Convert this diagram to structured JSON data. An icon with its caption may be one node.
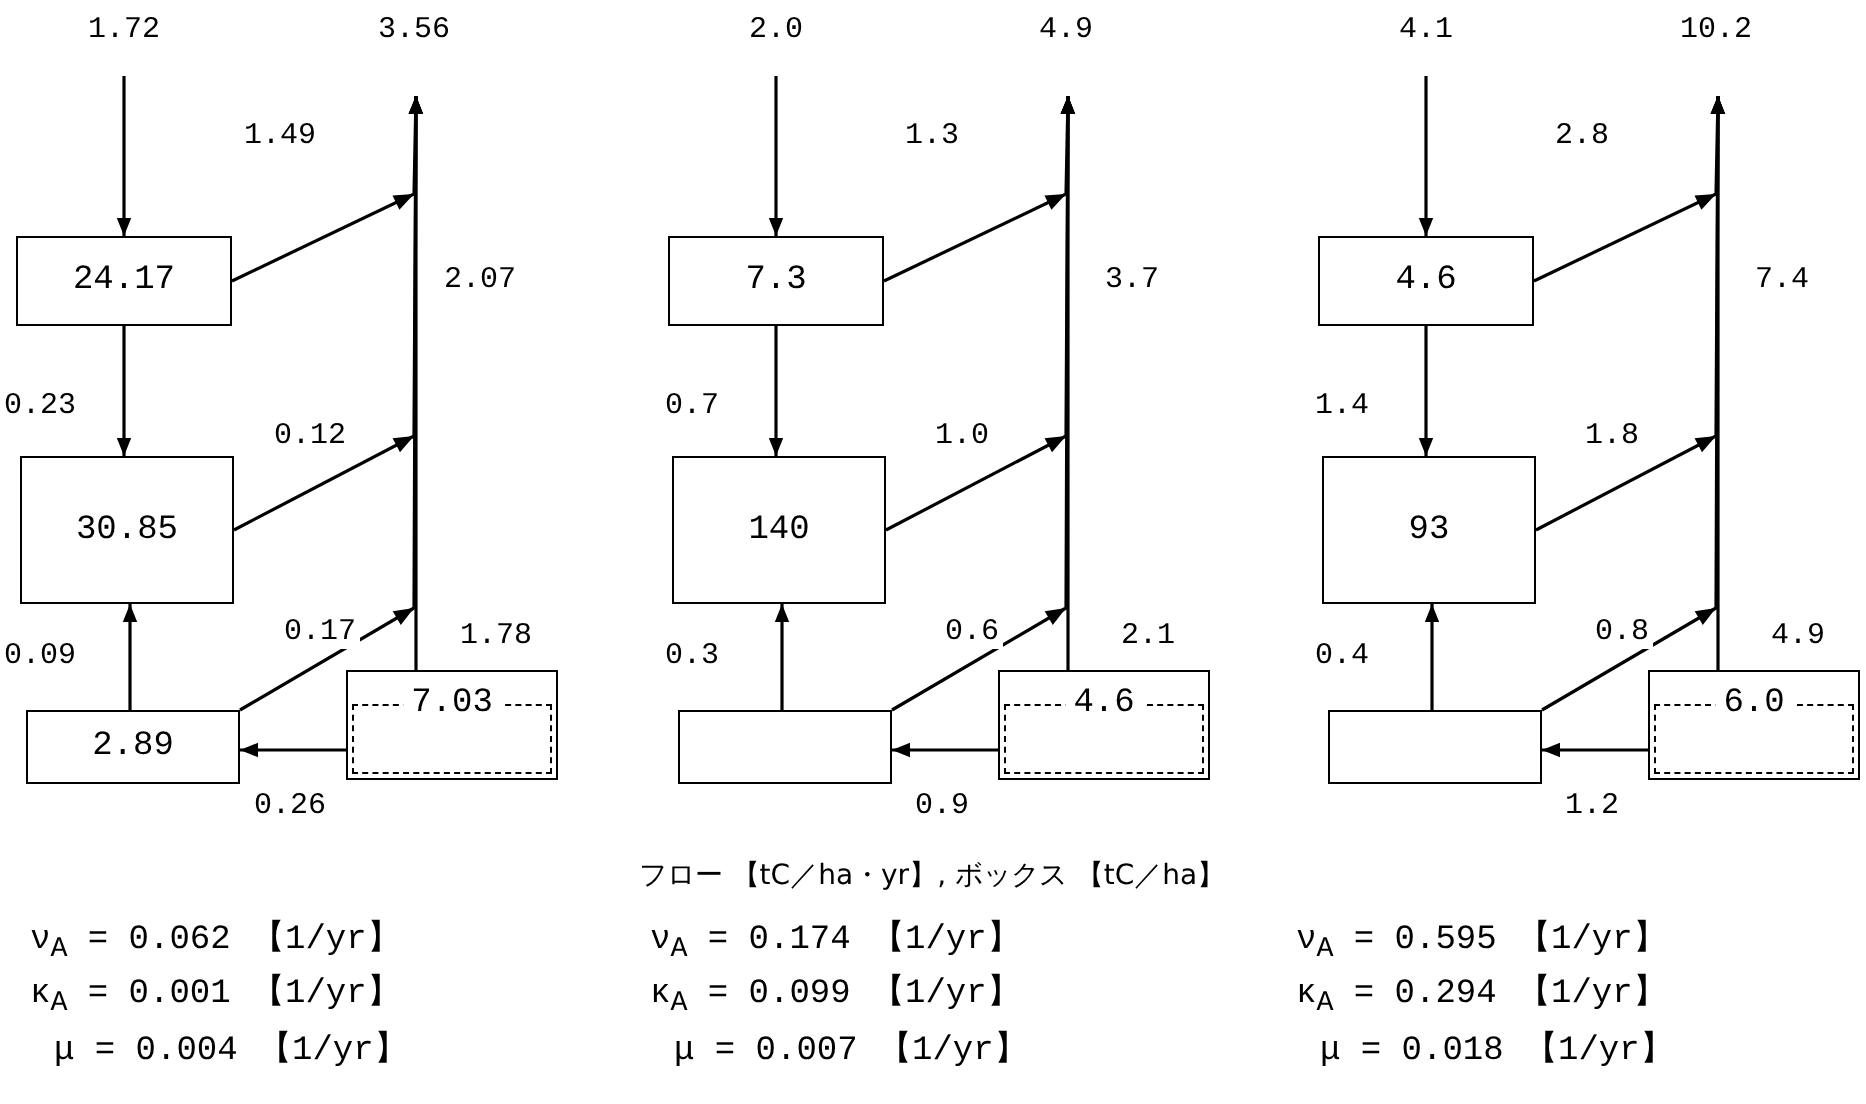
{
  "diagram": {
    "caption": "フロー 【tC／ha・yr】, ボックス 【tC／ha】",
    "nodes": [
      {
        "text": [
          "24.17"
        ]
      },
      {
        "text": [
          "30.85"
        ]
      },
      {
        "text": [
          "2.89"
        ]
      },
      {
        "text": [
          "7.03"
        ]
      },
      {
        "text": [
          "7.3"
        ]
      },
      {
        "text": [
          "140"
        ]
      },
      {
        "text": [],
        "shape": "box"
      },
      {
        "text": [
          "4.6"
        ]
      },
      {
        "text": [
          "4.6"
        ]
      },
      {
        "text": [
          "93"
        ]
      },
      {
        "text": [],
        "shape": "box"
      },
      {
        "text": [
          "6.0"
        ]
      }
    ],
    "edges": [
      {
        "from": null,
        "to": 0,
        "arrow": "to",
        "label": "1.72"
      },
      {
        "from": 0,
        "to": 1,
        "arrow": "to",
        "label": "0.23"
      },
      {
        "from": 0,
        "to": null,
        "arrow": "to",
        "label": "1.49"
      },
      {
        "from": 1,
        "to": null,
        "arrow": "to",
        "label": "0.12"
      },
      {
        "from": 2,
        "to": 1,
        "arrow": "to",
        "label": "0.09"
      },
      {
        "from": 2,
        "to": null,
        "arrow": "to",
        "label": "0.17"
      },
      {
        "from": 3,
        "to": 2,
        "arrow": "to",
        "label": "0.26"
      },
      {
        "from": 3,
        "to": null,
        "arrow": "to",
        "label": "1.78"
      },
      {
        "from": null,
        "to": 4,
        "arrow": "to",
        "label": "2.0"
      },
      {
        "from": 4,
        "to": 5,
        "arrow": "to",
        "label": "0.7"
      },
      {
        "from": 4,
        "to": null,
        "arrow": "to",
        "label": "1.3"
      },
      {
        "from": 5,
        "to": null,
        "arrow": "to",
        "label": "1.0"
      },
      {
        "from": 6,
        "to": 5,
        "arrow": "to",
        "label": "0.3"
      },
      {
        "from": 6,
        "to": null,
        "arrow": "to",
        "label": "0.6"
      },
      {
        "from": 7,
        "to": 6,
        "arrow": "to",
        "label": "0.9"
      },
      {
        "from": 7,
        "to": null,
        "arrow": "to",
        "label": "2.1"
      },
      {
        "from": null,
        "to": 8,
        "arrow": "to",
        "label": "4.1"
      },
      {
        "from": 8,
        "to": 9,
        "arrow": "to",
        "label": "1.4"
      },
      {
        "from": 8,
        "to": null,
        "arrow": "to",
        "label": "2.8"
      },
      {
        "from": 9,
        "to": null,
        "arrow": "to",
        "label": "1.8"
      },
      {
        "from": 10,
        "to": 9,
        "arrow": "to",
        "label": "0.4"
      },
      {
        "from": 10,
        "to": null,
        "arrow": "to",
        "label": "0.8"
      },
      {
        "from": 11,
        "to": 10,
        "arrow": "to",
        "label": "1.2"
      },
      {
        "from": 11,
        "to": null,
        "arrow": "to",
        "label": "4.9"
      }
    ],
    "labels": [
      "3.56",
      "2.07",
      "4.9",
      "3.7",
      "10.2",
      "7.4",
      "ν$_{A}$ = 0.062 【1/yr】",
      "ν$_{A}$ = 0.174 【1/yr】",
      "ν$_{A}$ = 0.595 【1/yr】",
      "κ$_{A}$ = 0.001 【1/yr】",
      "κ$_{A}$ = 0.099 【1/yr】",
      "κ$_{A}$ = 0.294 【1/yr】",
      "μ = 0.004 【1/yr】",
      "μ = 0.007 【1/yr】",
      "μ = 0.018 【1/yr】"
    ]
  }
}
